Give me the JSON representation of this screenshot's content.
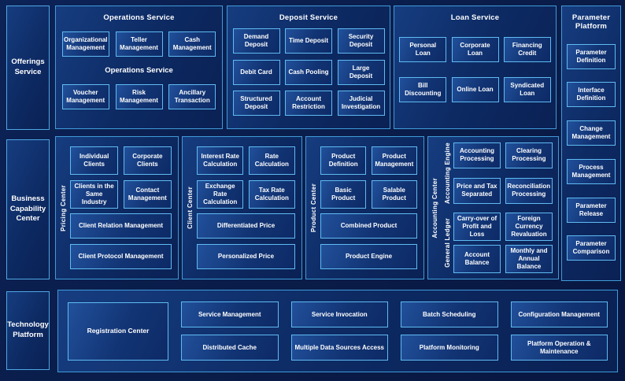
{
  "colors": {
    "background": "#0a1c49",
    "panel_fill": "#0d2a63",
    "panel_border": "#3f9bd9",
    "box_border": "#5fbbf2",
    "text": "#ffffff"
  },
  "rail": {
    "offerings": "Offerings Service",
    "business": "Business Capability Center",
    "technology": "Technology Platform"
  },
  "top": {
    "operations": {
      "title": "Operations Service",
      "subtitle": "Operations Service",
      "row1": [
        "Organizational Management",
        "Teller Management",
        "Cash Management"
      ],
      "row2": [
        "Voucher Management",
        "Risk Management",
        "Ancillary Transaction"
      ]
    },
    "deposit": {
      "title": "Deposit Service",
      "row1": [
        "Demand Deposit",
        "Time Deposit",
        "Security Deposit"
      ],
      "row2": [
        "Debit Card",
        "Cash Pooling",
        "Large Deposit"
      ],
      "row3": [
        "Structured Deposit",
        "Account Restriction",
        "Judicial Investigation"
      ]
    },
    "loan": {
      "title": "Loan Service",
      "row1": [
        "Personal Loan",
        "Corporate Loan",
        "Financing Credit"
      ],
      "row2": [
        "Bill Discounting",
        "Online Loan",
        "Syndicated Loan"
      ]
    }
  },
  "parameter": {
    "title": "Parameter Platform",
    "items": [
      "Parameter Definition",
      "Interface Definition",
      "Change Management",
      "Process Management",
      "Parameter Release",
      "Parameter Comparison"
    ]
  },
  "middle": {
    "pricing": {
      "label": "Pricing Center",
      "grid": [
        "Individual Clients",
        "Corporate Clients",
        "Clients in the Same Industry",
        "Contact Management"
      ],
      "wide": [
        "Client Relation Management",
        "Client Protocol Management"
      ]
    },
    "client": {
      "label": "Client Center",
      "grid": [
        "Interest Rate Calculation",
        "Rate Calculation",
        "Exchange Rate Calculation",
        "Tax Rate Calculation"
      ],
      "wide": [
        "Differentiated Price",
        "Personalized Price"
      ]
    },
    "product": {
      "label": "Product Center",
      "grid": [
        "Product Definition",
        "Product Management",
        "Basic Product",
        "Salable Product"
      ],
      "wide": [
        "Combined Product",
        "Product Engine"
      ]
    },
    "accounting": {
      "label": "Accounting Center",
      "engine_label": "Accounting Engine",
      "ledger_label": "General  Ledger",
      "engine": [
        "Accounting Processing",
        "Clearing Processing",
        "Price and Tax Separated",
        "Reconciliation Processing"
      ],
      "ledger": [
        "Carry-over of Profit and Loss",
        "Foreign Currency Revaluation",
        "Account Balance",
        "Monthly and Annual Balance"
      ]
    }
  },
  "tech": {
    "registration": "Registration Center",
    "row1": [
      "Service Management",
      "Service Invocation",
      "Batch Scheduling",
      "Configuration Management"
    ],
    "row2": [
      "Distributed Cache",
      "Multiple Data Sources Access",
      "Platform Monitoring",
      "Platform Operation & Maintenance"
    ]
  }
}
